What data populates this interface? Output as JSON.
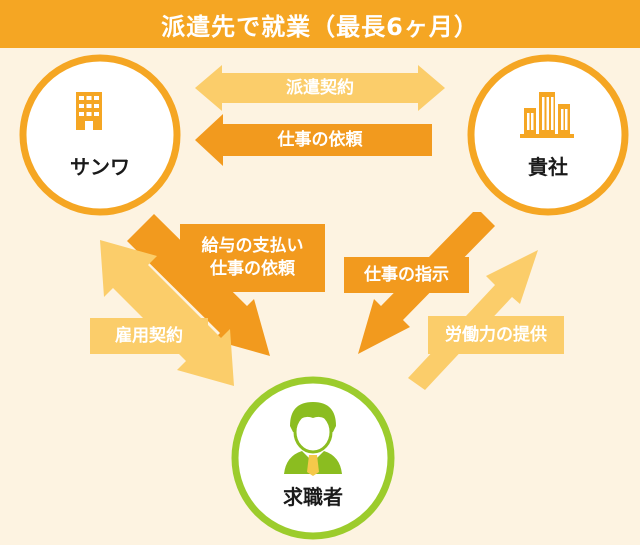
{
  "title": "派遣先で就業（最長6ヶ月）",
  "colors": {
    "orange": "#f5a623",
    "dark_orange": "#f29a1e",
    "light_orange": "#fbcd6a",
    "green": "#9ccc2c",
    "panel": "#fdf3e1"
  },
  "nodes": {
    "left": {
      "label": "サンワ",
      "icon": "building-icon"
    },
    "right": {
      "label": "貴社",
      "icon": "office-buildings-icon"
    },
    "bottom": {
      "label": "求職者",
      "icon": "person-icon"
    }
  },
  "arrows": {
    "dispatch_contract": "派遣契約",
    "work_request_top": "仕事の依頼",
    "salary_request": "給与の支払い\n仕事の依頼",
    "work_instruction": "仕事の指示",
    "employment_contract": "雇用契約",
    "labor_provision": "労働力の提供"
  }
}
